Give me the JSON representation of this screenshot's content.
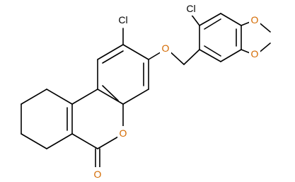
{
  "molecule": {
    "atoms": {
      "cl_left": "Cl",
      "cl_right": "Cl",
      "o_ether": "O",
      "o_dioxole_top": "O",
      "o_dioxole_bottom": "O",
      "o_ring": "O",
      "o_carbonyl": "O"
    },
    "colors": {
      "bond": "#000000",
      "chlorine": "#000000",
      "oxygen": "#d46a00",
      "background": "#ffffff"
    }
  }
}
